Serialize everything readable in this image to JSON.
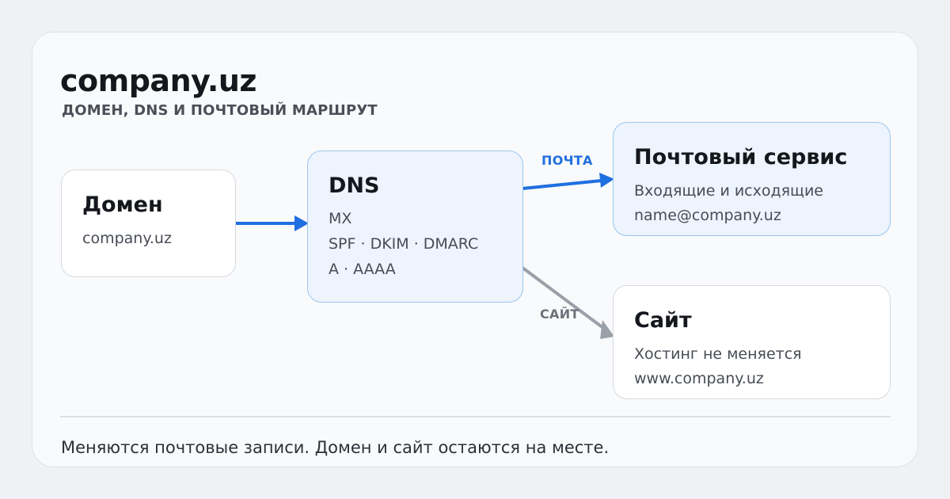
{
  "header": {
    "title": "company.uz",
    "subtitle": "ДОМЕН, DNS И ПОЧТОВЫЙ МАРШРУТ"
  },
  "nodes": {
    "domain": {
      "title": "Домен",
      "lines": [
        "company.uz"
      ]
    },
    "dns": {
      "title": "DNS",
      "lines": [
        "MX",
        "SPF · DKIM · DMARC",
        "A · AAAA"
      ]
    },
    "mail": {
      "title": "Почтовый сервис",
      "lines": [
        "Входящие и исходящие",
        "name@company.uz"
      ]
    },
    "site": {
      "title": "Сайт",
      "lines": [
        "Хостинг не меняется",
        "www.company.uz"
      ]
    }
  },
  "edges": {
    "mail_label": "ПОЧТА",
    "site_label": "САЙТ"
  },
  "colors": {
    "accent_blue": "#1f6fe0",
    "muted_gray": "#9aa0a8"
  },
  "footer": {
    "text": "Меняются почтовые записи. Домен и сайт остаются на месте."
  }
}
